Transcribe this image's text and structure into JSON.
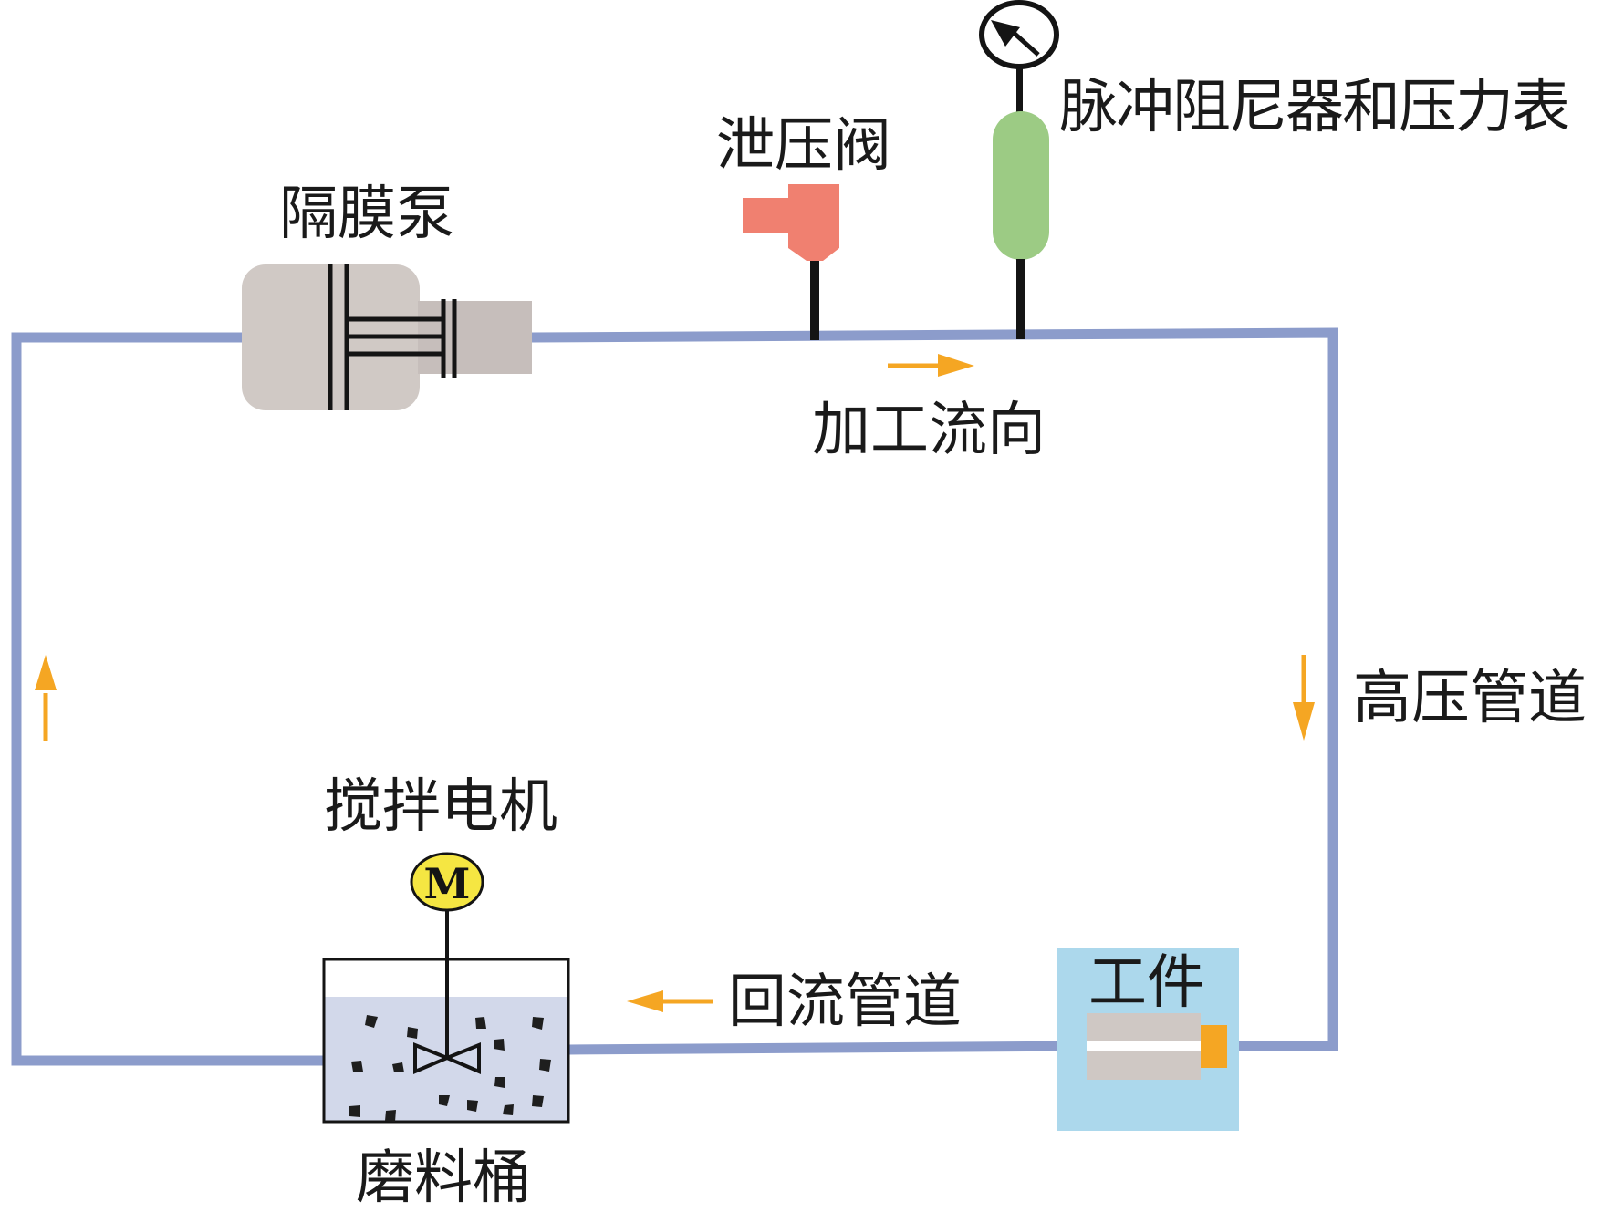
{
  "diagram": {
    "title": "",
    "components": {
      "diaphragm_pump": {
        "label": "隔膜泵"
      },
      "relief_valve": {
        "label": "泄压阀"
      },
      "pulse_damper_gauge": {
        "label": "脉冲阻尼器和压力表"
      },
      "flow_direction": {
        "label": "加工流向"
      },
      "high_pressure_pipe": {
        "label": "高压管道"
      },
      "stirring_motor": {
        "label": "搅拌电机",
        "symbol": "M"
      },
      "abrasive_tank": {
        "label": "磨料桶"
      },
      "return_pipe": {
        "label": "回流管道"
      },
      "workpiece": {
        "label": "工件"
      }
    },
    "arrows": {
      "top": "right",
      "right": "down",
      "bottom": "left",
      "left": "up"
    },
    "colors": {
      "pipe": "#8c9ccb",
      "arrow": "#f5a623",
      "pump": "#d0c9c5",
      "valve": "#f08070",
      "damper": "#9ccb84",
      "motor": "#f5e642",
      "tank_fluid": "#d2d8ea",
      "workpiece_bg": "#acd8ec",
      "workpiece_body": "#cfc8c4",
      "workpiece_cap": "#f5a623",
      "stroke": "#141414"
    }
  }
}
